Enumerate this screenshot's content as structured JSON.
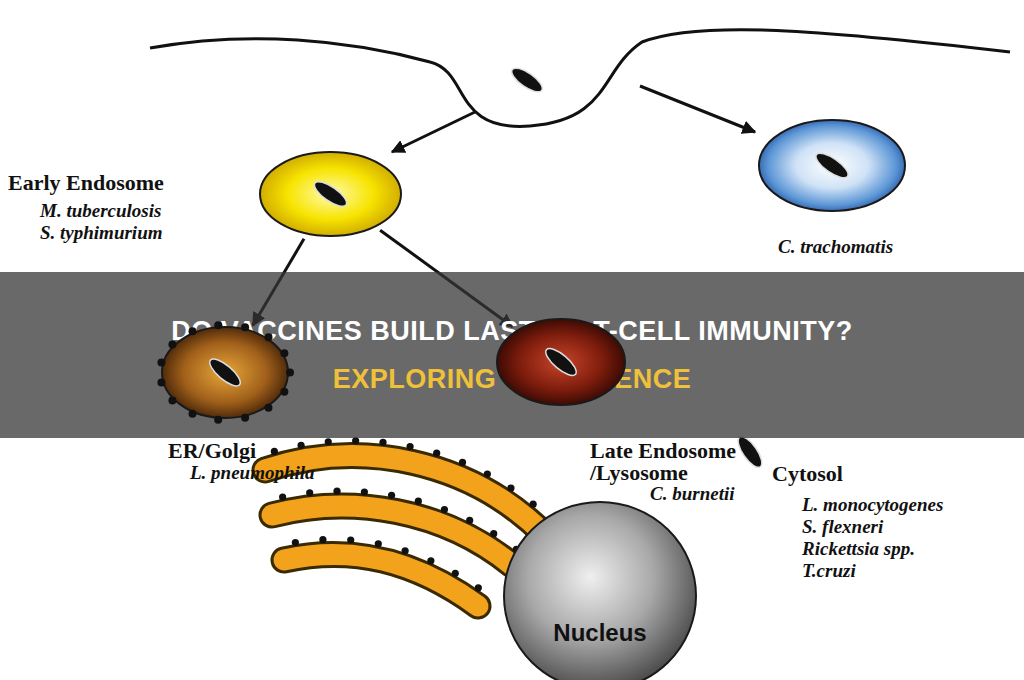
{
  "diagram": {
    "nodes": [
      {
        "text": [
          "Early Endosome",
          "M. tuberculosis",
          "S. typhimurium"
        ]
      },
      {
        "text": [
          "C. trachomatis"
        ]
      },
      {
        "text": [
          "DO VACCINES BUILD LASTING T-CELL IMMUNITY?",
          "EXPLORING THE SCIENCE"
        ]
      },
      {
        "text": [
          "ER/Golgi",
          "L. pneumophila"
        ]
      },
      {
        "text": [
          "Late Endosome /Lysosome",
          "C. burnetii"
        ]
      },
      {
        "text": [
          "Nucleus"
        ]
      }
    ],
    "edges": [
      {
        "from": 0,
        "to": 3,
        "arrow": "to"
      },
      {
        "from": 0,
        "to": 4,
        "arrow": "to"
      }
    ],
    "labels": [
      "Cytosol",
      "L. monocytogenes",
      "S. flexneri",
      "Rickettsia spp.",
      "T.cruzi"
    ]
  }
}
